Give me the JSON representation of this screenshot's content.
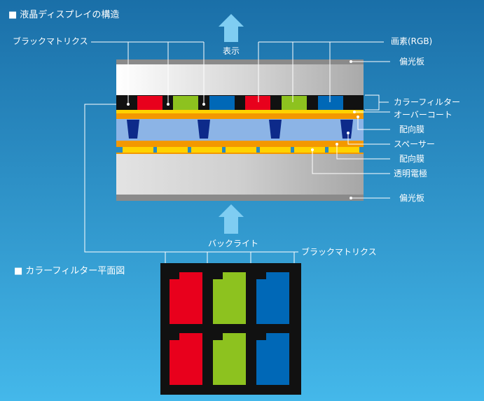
{
  "titles": {
    "structure": "液晶ディスプレイの構造",
    "filter_plan": "カラーフィルター平面図"
  },
  "labels": {
    "display": "表示",
    "backlight": "バックライト",
    "black_matrix_top": "ブラックマトリクス",
    "black_matrix_plan": "ブラックマトリクス",
    "pixel_rgb": "画素(RGB)",
    "polarizer_top": "偏光板",
    "color_filter": "カラーフィルター",
    "overcoat": "オーバーコート",
    "alignment_top": "配向膜",
    "spacer": "スペーサー",
    "alignment_bottom": "配向膜",
    "transparent_electrode": "透明電極",
    "polarizer_bottom": "偏光板"
  },
  "bullet": "■",
  "colors": {
    "background_top": "#1a6fa8",
    "background_bottom": "#44b8ea",
    "red": "#e8001c",
    "green": "#8dc21f",
    "blue": "#0068b7",
    "black": "#111111",
    "orange": "#f39800",
    "yellow": "#ffd200",
    "navy": "#0d2a8a",
    "light_blue": "#8cb4e6",
    "arrow": "#7fcdf2"
  }
}
